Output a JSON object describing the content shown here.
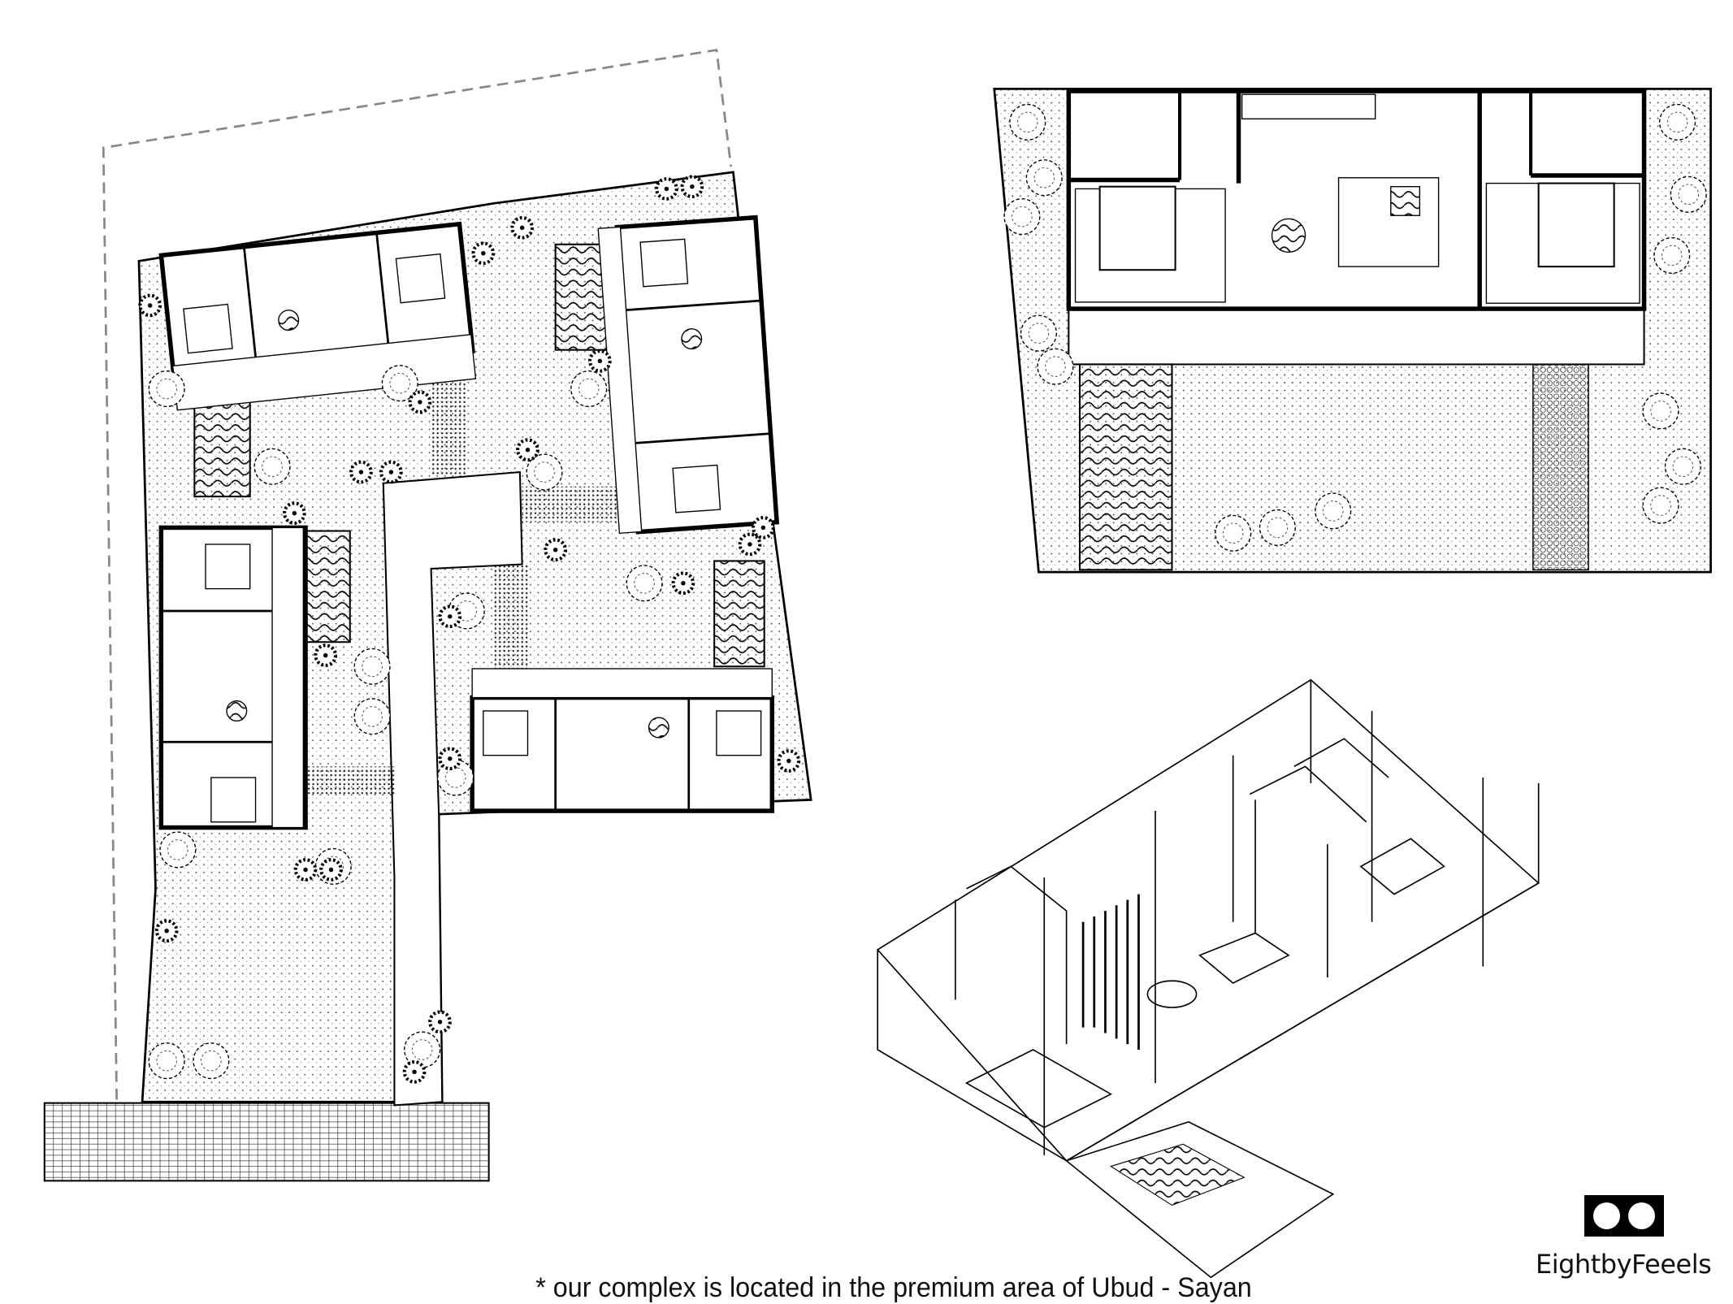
{
  "caption": "* our complex is located in the premium area of Ubud - Sayan",
  "brand": {
    "name": "EightbyFeeels",
    "logo_icon": "two-circles-logo"
  },
  "drawings": {
    "site_plan": "site-plan",
    "unit_floor_plan": "unit-floor-plan",
    "unit_isometric": "unit-isometric"
  },
  "colors": {
    "ink": "#000000",
    "background": "#ffffff"
  }
}
